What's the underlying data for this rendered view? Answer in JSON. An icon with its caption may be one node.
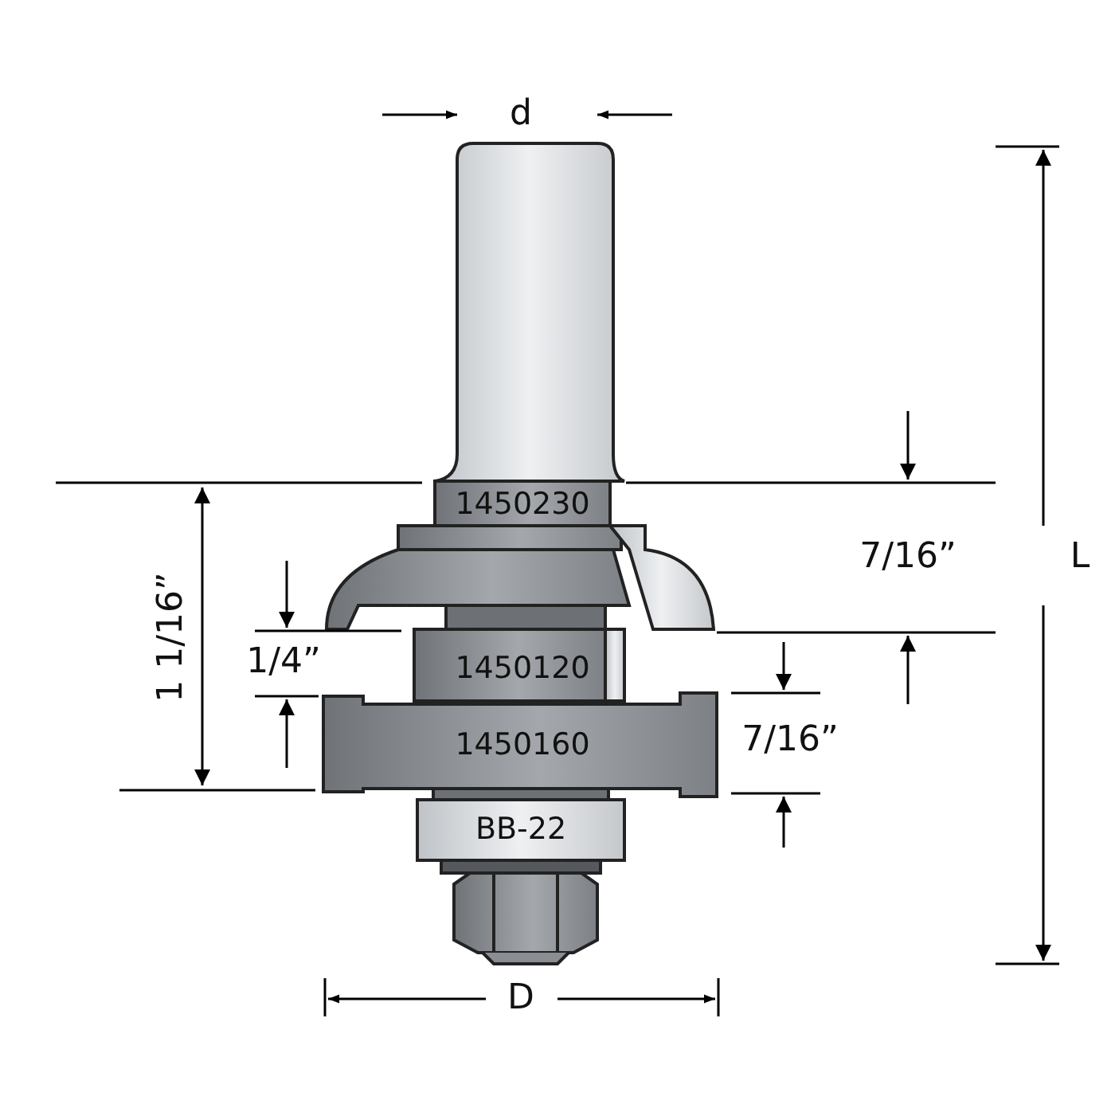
{
  "diagram": {
    "labels": [
      "d",
      "1450230",
      "7/16”",
      "L",
      "1 1/16”",
      "1/4”",
      "1450120",
      "1450160",
      "7/16”",
      "BB-22",
      "D"
    ]
  }
}
